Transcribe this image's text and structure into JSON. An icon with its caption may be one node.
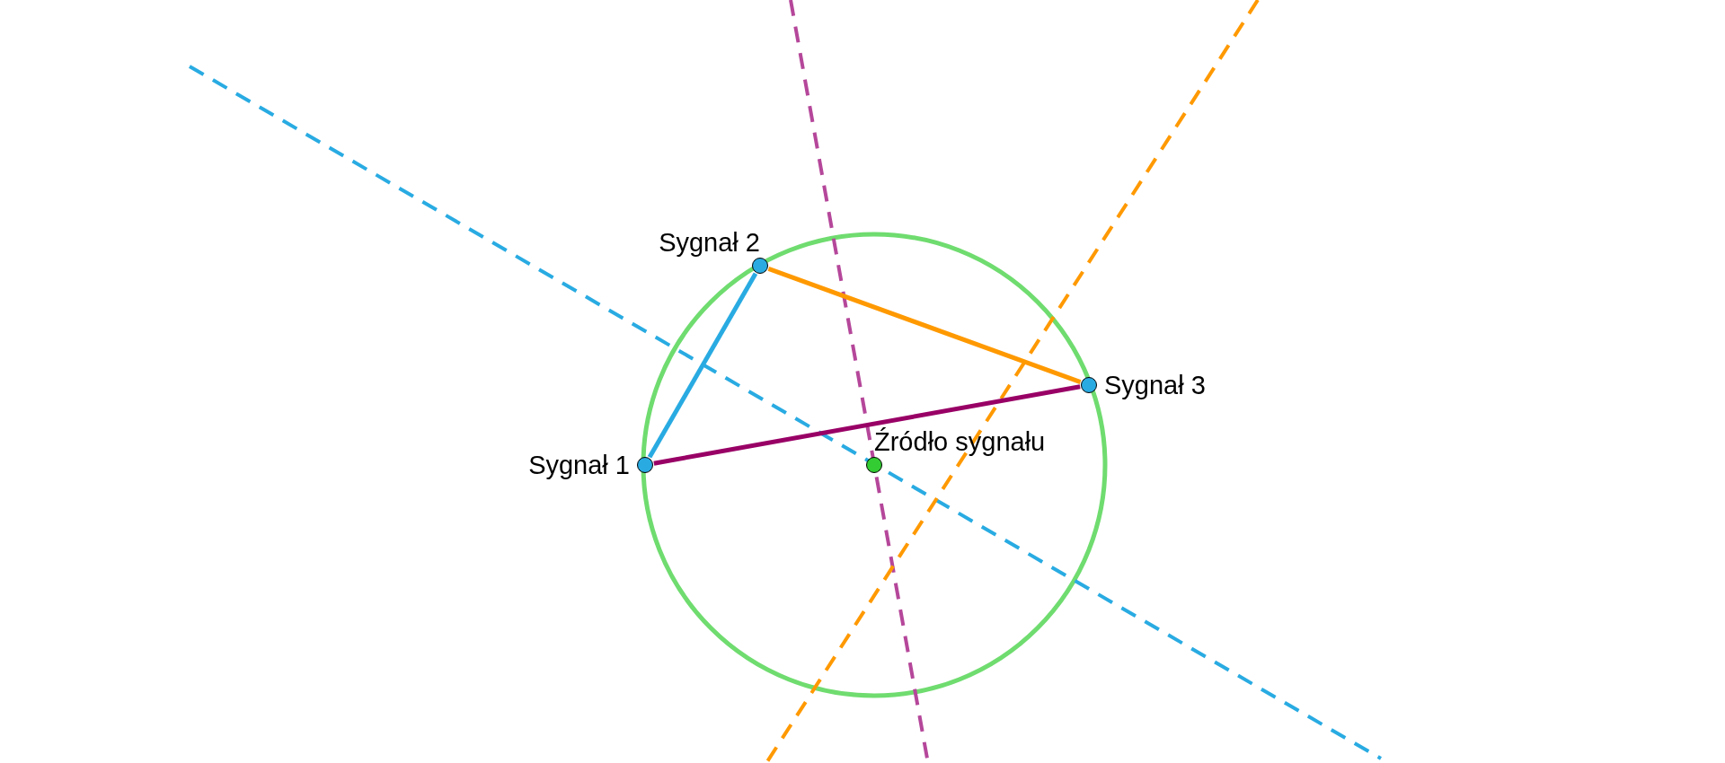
{
  "diagram": {
    "nodes": [
      {
        "text": [],
        "shape": "circle",
        "beside": [
          "Sygnał 2"
        ]
      },
      {
        "text": [],
        "shape": "circle",
        "beside": [
          "Sygnał 3"
        ]
      },
      {
        "text": [],
        "shape": "circle",
        "beside": [
          "Sygnał 1"
        ]
      },
      {
        "text": [],
        "shape": "circle",
        "beside": [
          "Źródło sygnału"
        ]
      }
    ],
    "edges": [
      {
        "from": 0,
        "to": 2,
        "arrow": "none",
        "color": "#29abe2"
      },
      {
        "from": 0,
        "to": 1,
        "arrow": "none",
        "color": "#ff9900"
      },
      {
        "from": 2,
        "to": 1,
        "arrow": "none",
        "color": "#990066"
      }
    ]
  }
}
